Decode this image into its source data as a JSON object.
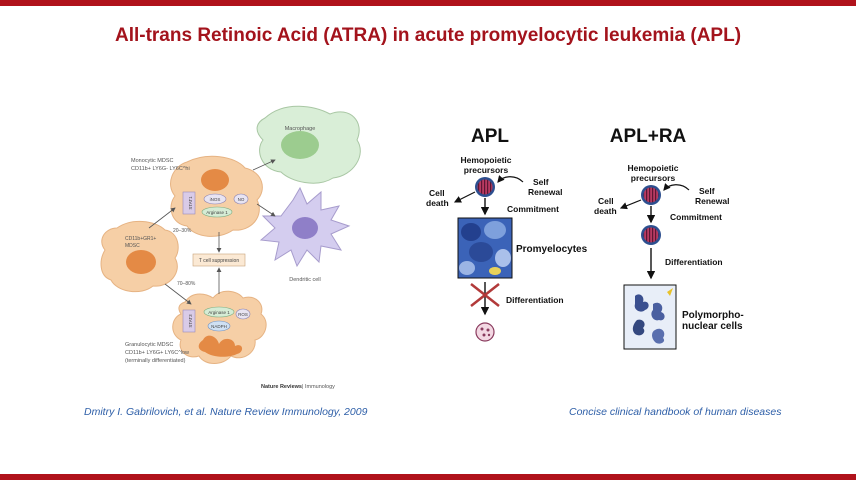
{
  "slide": {
    "title": "All-trans Retinoic Acid (ATRA) in acute promyelocytic leukemia (APL)",
    "accent_color": "#b0121b",
    "citation_left": "Dmitry I. Gabrilovich, et al. Nature Review Immunology, 2009",
    "citation_right": "Concise clinical handbook of human diseases"
  },
  "left_figure": {
    "monocytic_label_1": "Monocytic MDSC",
    "monocytic_label_2": "CD11b+ LY6G- LY6C^hi",
    "cd11b_label_1": "CD11b+GR1+",
    "cd11b_label_2": "MDSC",
    "granulocytic_label_1": "Granulocytic MDSC",
    "granulocytic_label_2": "CD11b+ LY6G+ LY6C^low",
    "granulocytic_label_3": "(terminally differentiated)",
    "macrophage_label": "Macrophage",
    "dendritic_label": "Dendritic cell",
    "pct_top": "20–30%",
    "pct_bottom": "70–80%",
    "tcell": "T cell suppression",
    "stat1": "STAT1",
    "stat3": "STAT3",
    "inos": "iNOS",
    "no": "NO",
    "arginase_top": "Arginase 1",
    "arginase_bottom": "Arginase 1",
    "ros": "ROS",
    "nadph": "NADPH",
    "source_bold": "Nature Reviews",
    "source_rest": "| Immunology"
  },
  "right_figure": {
    "apl_heading": "APL",
    "aplra_heading": "APL+RA",
    "hemopoietic_1": "Hemopoietic",
    "hemopoietic_2": "precursors",
    "self_1": "Self",
    "self_2": "Renewal",
    "cell_1": "Cell",
    "cell_2": "death",
    "commitment": "Commitment",
    "promyelocytes": "Promyelocytes",
    "differentiation": "Differentiation",
    "aplra_hemopoietic_1": "Hemopoietic",
    "aplra_hemopoietic_2": "precursors",
    "aplra_self_1": "Self",
    "aplra_self_2": "Renewal",
    "aplra_cell_1": "Cell",
    "aplra_cell_2": "death",
    "aplra_commitment": "Commitment",
    "aplra_differentiation": "Differentiation",
    "poly_1": "Polymorpho-",
    "poly_2": "nuclear cells"
  }
}
